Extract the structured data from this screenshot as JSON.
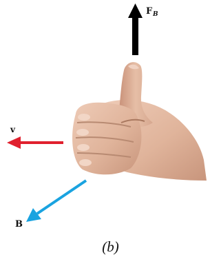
{
  "figure": {
    "caption": "(b)",
    "vectors": {
      "force": {
        "symbol": "F",
        "subscript": "B",
        "color": "#000000",
        "direction": "up"
      },
      "velocity": {
        "symbol": "v",
        "color": "#e0202e",
        "direction": "left"
      },
      "field": {
        "symbol": "B",
        "color": "#1aa3e0",
        "direction": "down-left"
      }
    },
    "hand": {
      "gesture": "thumbs-up",
      "skin": "#e2b8a0",
      "shadow": "#b88a72"
    }
  }
}
